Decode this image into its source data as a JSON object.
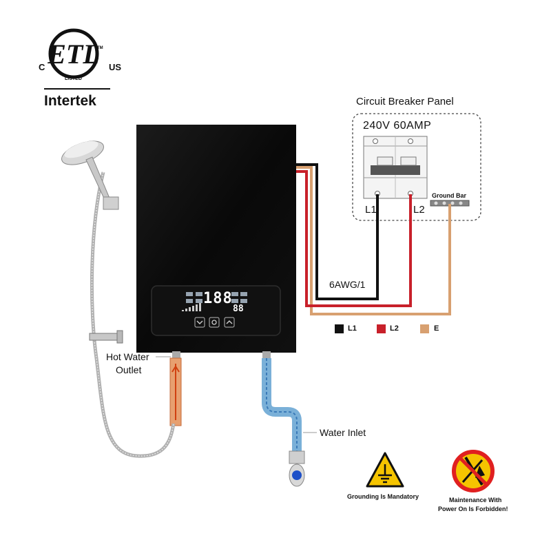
{
  "logo": {
    "cert_c": "C",
    "cert_us": "US",
    "cert_listed": "LISTED",
    "cert_tm": "TM",
    "brand": "Intertek"
  },
  "breaker_panel": {
    "title": "Circuit Breaker Panel",
    "rating": "240V 60AMP",
    "label_l1": "L1",
    "label_l2": "L2",
    "ground_bar": "Ground Bar"
  },
  "wiring": {
    "gauge": "6AWG/1",
    "legend": [
      {
        "label": "L1",
        "color": "#111111"
      },
      {
        "label": "L2",
        "color": "#c8202a"
      },
      {
        "label": "E",
        "color": "#d8a070"
      }
    ]
  },
  "heater": {
    "display_temp": "188",
    "display_small": "88",
    "body_color": "#0a0a0a"
  },
  "labels": {
    "hot_water_outlet": [
      "Hot Water",
      "Outlet"
    ],
    "water_inlet": "Water Inlet"
  },
  "warnings": [
    {
      "text": [
        "Grounding Is Mandatory"
      ],
      "icon": "ground-warning-icon",
      "color": "#f5c400"
    },
    {
      "text": [
        "Maintenance With",
        "Power On Is Forbidden!"
      ],
      "icon": "no-maintenance-icon",
      "color": "#e02020"
    }
  ]
}
